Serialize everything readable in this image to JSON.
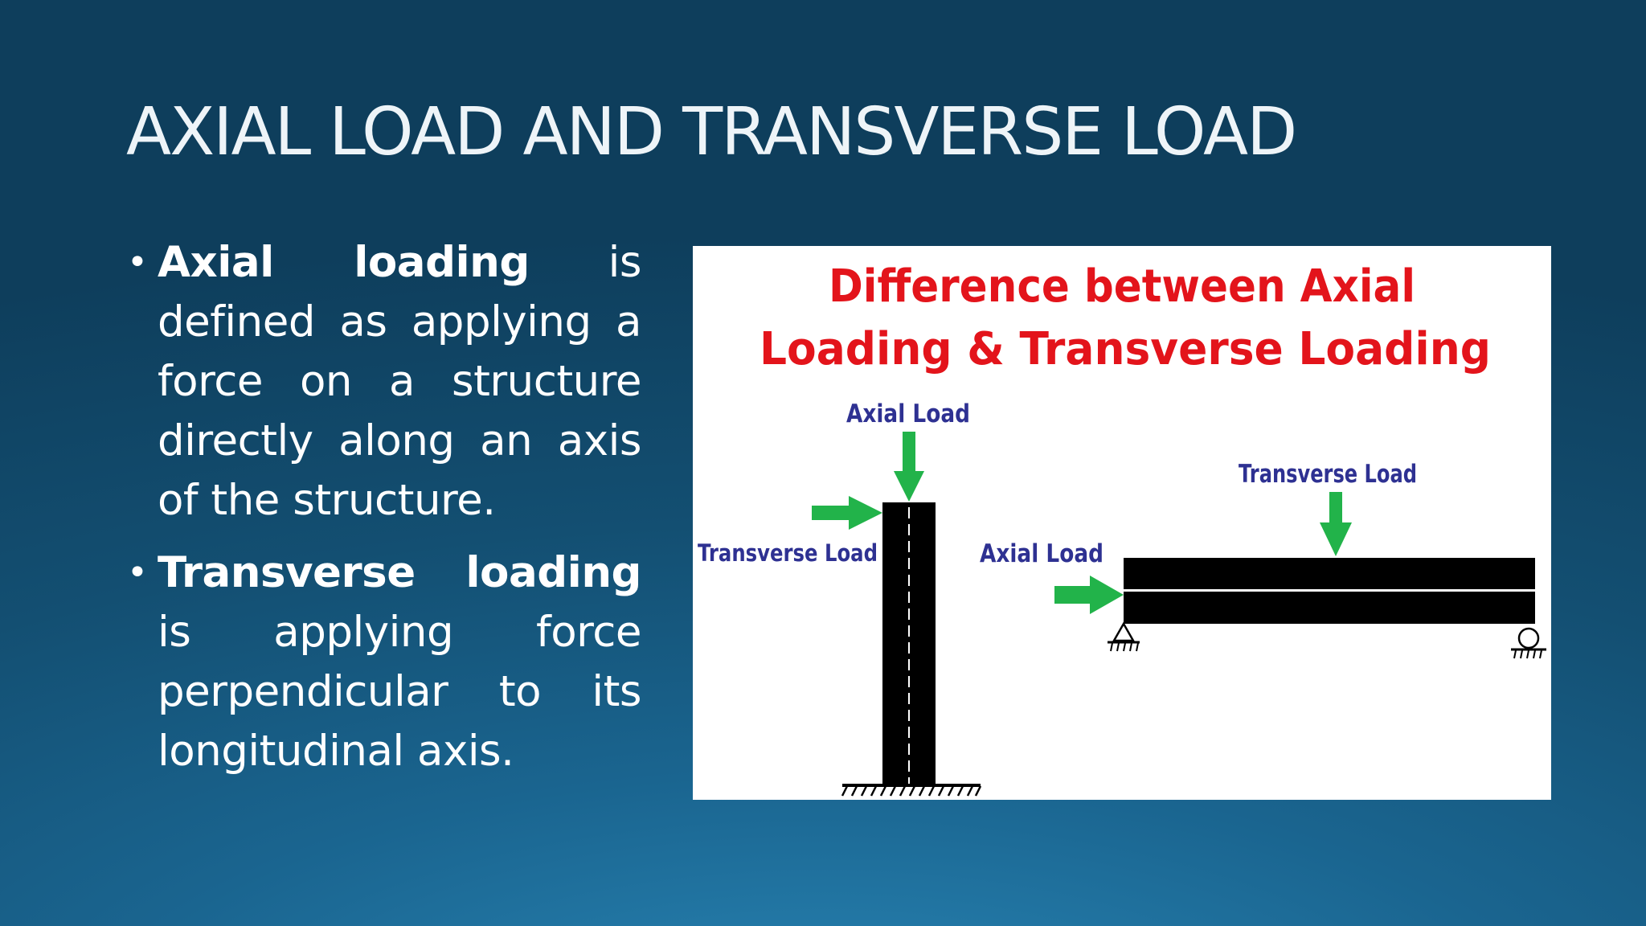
{
  "slide": {
    "title": "AXIAL LOAD AND TRANSVERSE LOAD",
    "bullets": [
      {
        "term": "Axial loading",
        "text": " is defined as applying a force on a structure directly along an axis of the structure."
      },
      {
        "term": "Transverse loading",
        "text": " is applying force perpendicular to its longitudinal axis."
      }
    ]
  },
  "figure": {
    "heading_line1": "Difference between Axial",
    "heading_line2": "Loading & Transverse Loading",
    "column": {
      "axial_label": "Axial Load",
      "transverse_label": "Transverse Load"
    },
    "beam": {
      "transverse_label": "Transverse Load",
      "axial_label": "Axial Load"
    },
    "colors": {
      "heading": "#e3141b",
      "label": "#2e3192",
      "arrow": "#22b34a",
      "member": "#000000",
      "background": "#ffffff"
    }
  }
}
